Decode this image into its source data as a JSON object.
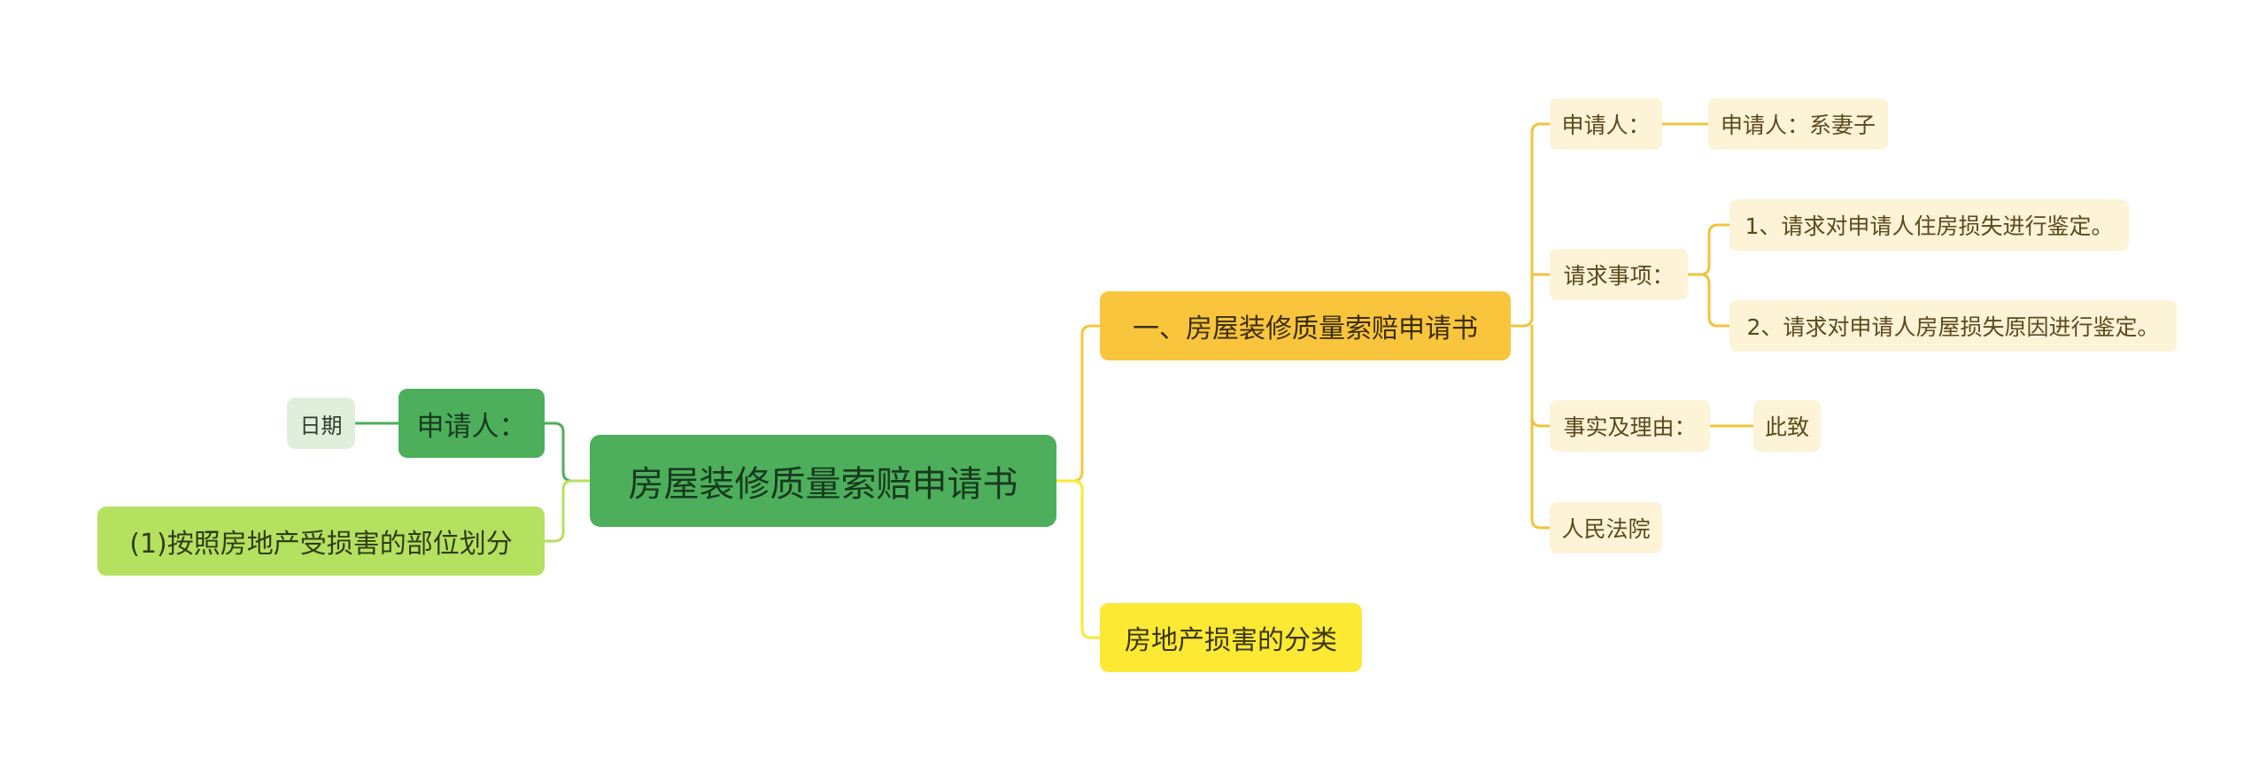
{
  "mindmap": {
    "root": "房屋装修质量索赔申请书",
    "left": {
      "applicant": "申请人：",
      "date": "日期",
      "classify": "(1)按照房地产受损害的部位划分"
    },
    "right": {
      "section_one": {
        "label": "一、房屋装修质量索赔申请书",
        "applicant": {
          "label": "申请人：",
          "value": "申请人：系妻子"
        },
        "request": {
          "label": "请求事项：",
          "items": [
            "1、请求对申请人住房损失进行鉴定。",
            "2、请求对申请人房屋损失原因进行鉴定。"
          ]
        },
        "facts": {
          "label": "事实及理由：",
          "value": "此致"
        },
        "court": "人民法院"
      },
      "damage_classification": "房地产损害的分类"
    }
  },
  "colors": {
    "root_fill": "#4daf5b",
    "green_branch": "#4daf5b",
    "lime_branch": "#b5e161",
    "orange_branch": "#f9c53c",
    "yellow_branch": "#fbe934",
    "leaf_fill": "#fdf3d7",
    "connector_gold": "#f0c43c"
  }
}
